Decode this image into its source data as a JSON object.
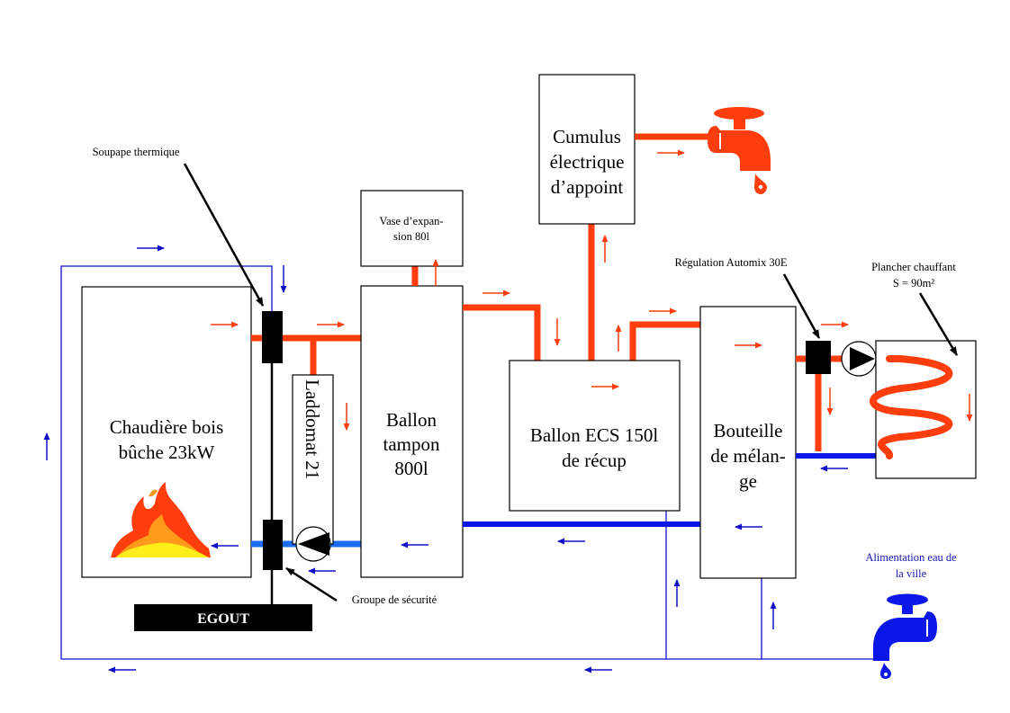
{
  "colors": {
    "hot_pipe": "#ff3d0d",
    "cold_pipe": "#0b17e6",
    "return_pipe_light": "#1c6cf2",
    "thin_line": "#1010c8",
    "box_stroke": "#000000",
    "flame_red": "#ff3d0d",
    "flame_orange": "#ff9a1a",
    "flame_yellow": "#ffee1a"
  },
  "components": {
    "boiler": {
      "line1": "Chaudière bois",
      "line2": "bûche 23kW",
      "icon": "flame-icon"
    },
    "laddomat": {
      "label": "Laddomat 21"
    },
    "buffer_tank": {
      "line1": "Ballon",
      "line2": "tampon",
      "line3": "800l"
    },
    "expansion_vessel": {
      "line1": "Vase d’expan-",
      "line2": "sion 80l"
    },
    "electric_heater": {
      "line1": "Cumulus",
      "line2": "électrique",
      "line3": "d’appoint"
    },
    "dhw_tank": {
      "line1": "Ballon ECS 150l",
      "line2": "de récup"
    },
    "mixing_bottle": {
      "line1": "Bouteille",
      "line2": "de mélan-",
      "line3": "ge"
    },
    "floor_heating": {
      "line1": "Plancher chauffant",
      "line2": "S = 90m²"
    },
    "drain": {
      "label": "EGOUT"
    }
  },
  "annotations": {
    "thermal_valve": "Soupape thermique",
    "safety_group": "Groupe de sécurité",
    "regulation": "Régulation Automix 30E",
    "city_water": {
      "line1": "Alimentation eau de",
      "line2": "la ville"
    }
  },
  "icons": {
    "hot_tap": "hot-water-tap-icon",
    "cold_tap": "cold-water-tap-icon",
    "pump": "circulator-pump-icon"
  }
}
